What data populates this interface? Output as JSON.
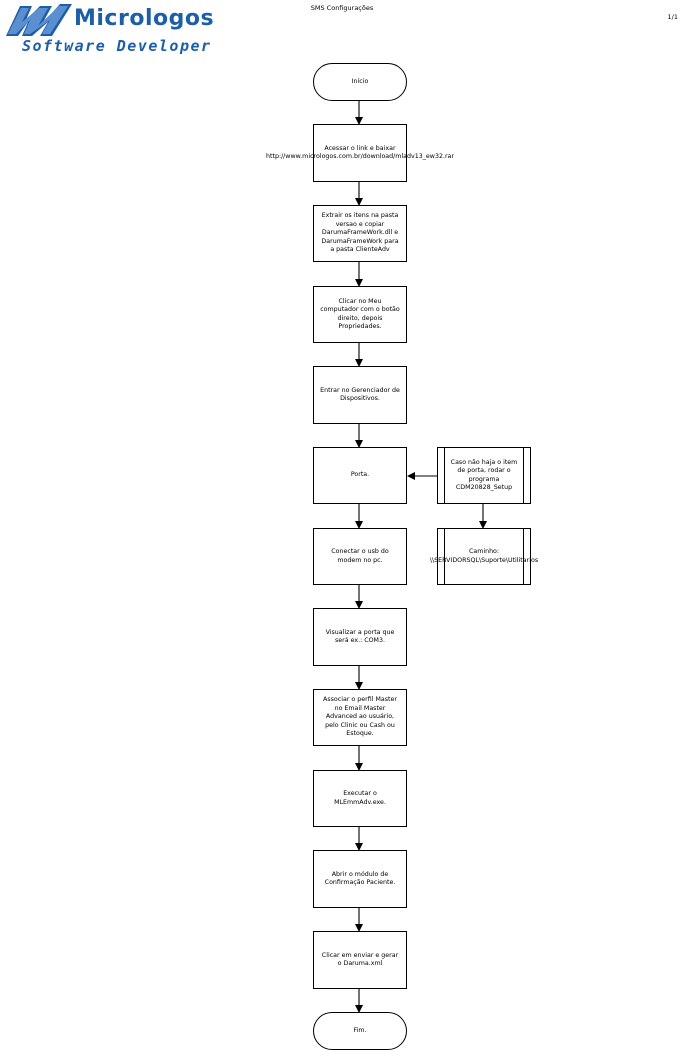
{
  "header": {
    "title": "SMS Configurações",
    "page_number": "1/1"
  },
  "logo": {
    "name": "Micrologos",
    "tagline": "Software Developer"
  },
  "flow": {
    "start": "Início",
    "steps": [
      "Acessar o link e baixar http://www.micrologos.com.br/download/mladv13_ew32.rar",
      "Extrair os itens na pasta versao e copiar DarumaFrameWork.dll e DarumaFrameWork para a pasta ClienteAdv",
      "Clicar no Meu computador com o botão direito, depois Propriedades.",
      "Entrar no Gerenciador de Dispositivos.",
      "Porta.",
      "Conectar o usb do modem no pc.",
      "Visualizar a porta que será ex.: COM3.",
      "Associar o perfil Master no Email Master Advanced ao usuário, pelo Clinic ou Cash ou Estoque.",
      "Executar o MLEmmAdv.exe.",
      "Abrir o módulo de Confirmação Paciente.",
      "Clicar em enviar e gerar o Daruma.xml"
    ],
    "end": "Fim.",
    "side_steps": [
      "Caso não haja o item de porta, rodar o programa CDM20828_Setup",
      "Caminho: \\\\SERVIDORSQL\\Suporte\\Utilitarios"
    ]
  }
}
